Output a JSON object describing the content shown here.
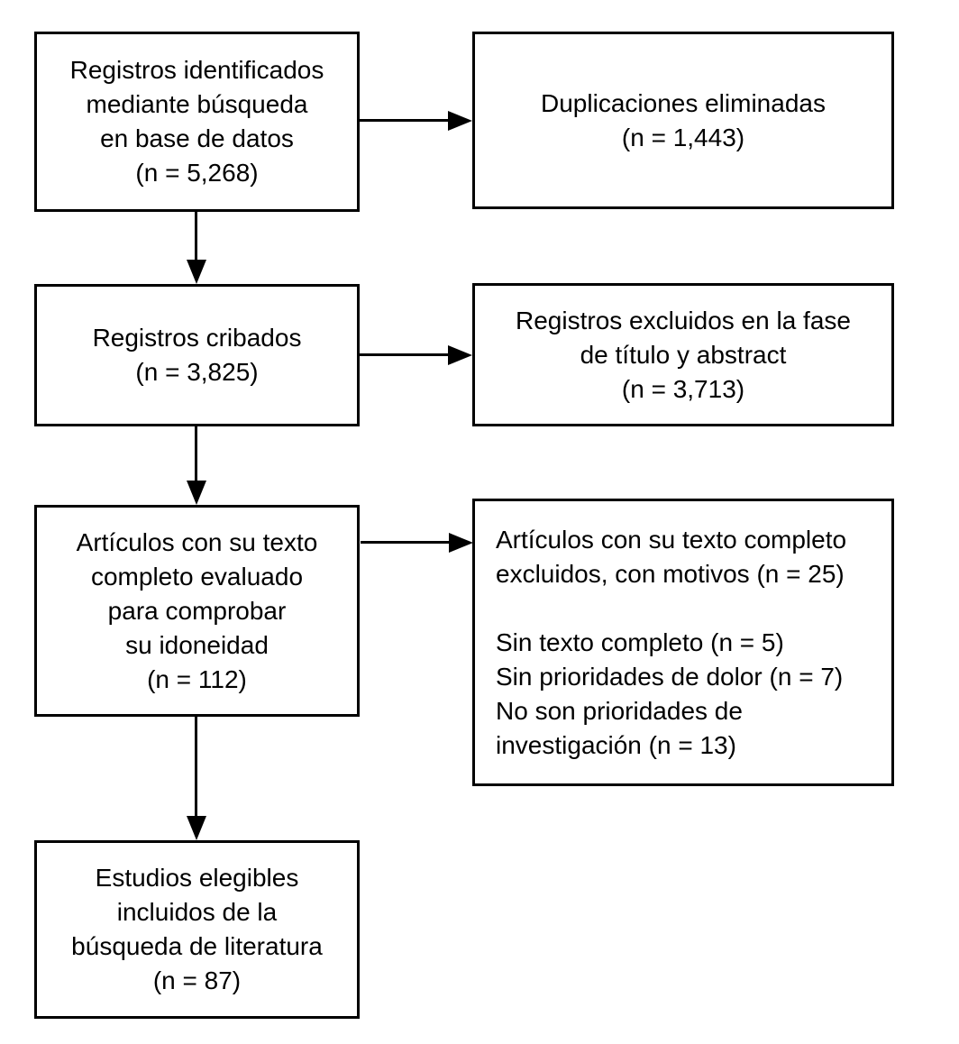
{
  "diagram": {
    "type": "flowchart",
    "language": "es",
    "colors": {
      "background": "#ffffff",
      "box_fill": "#ffffff",
      "box_border": "#000000",
      "text": "#000000",
      "arrow": "#000000"
    },
    "boxes": [
      {
        "id": "registros-identificados",
        "text": "Registros identificados\nmediante búsqueda\nen base de datos\n(n = 5,268)",
        "n": "5,268"
      },
      {
        "id": "duplicaciones-eliminadas",
        "text": "Duplicaciones eliminadas\n(n = 1,443)",
        "n": "1,443"
      },
      {
        "id": "registros-cribados",
        "text": "Registros cribados\n(n = 3,825)",
        "n": "3,825"
      },
      {
        "id": "registros-excluidos-titulo-abstract",
        "text": "Registros excluidos en la fase\nde título y abstract\n(n = 3,713)",
        "n": "3,713"
      },
      {
        "id": "articulos-texto-completo-evaluado",
        "text": "Artículos con su texto\ncompleto evaluado\npara comprobar\nsu idoneidad\n(n = 112)",
        "n": "112"
      },
      {
        "id": "articulos-texto-completo-excluidos",
        "text": "Artículos con su texto completo\nexcluidos, con motivos (n = 25)\n\nSin texto completo (n = 5)\nSin prioridades de dolor (n = 7)\nNo son prioridades de\ninvestigación (n = 13)",
        "n": "25"
      },
      {
        "id": "estudios-elegibles-incluidos",
        "text": "Estudios elegibles\nincluidos de la\nbúsqueda de literatura\n(n = 87)",
        "n": "87"
      }
    ]
  }
}
